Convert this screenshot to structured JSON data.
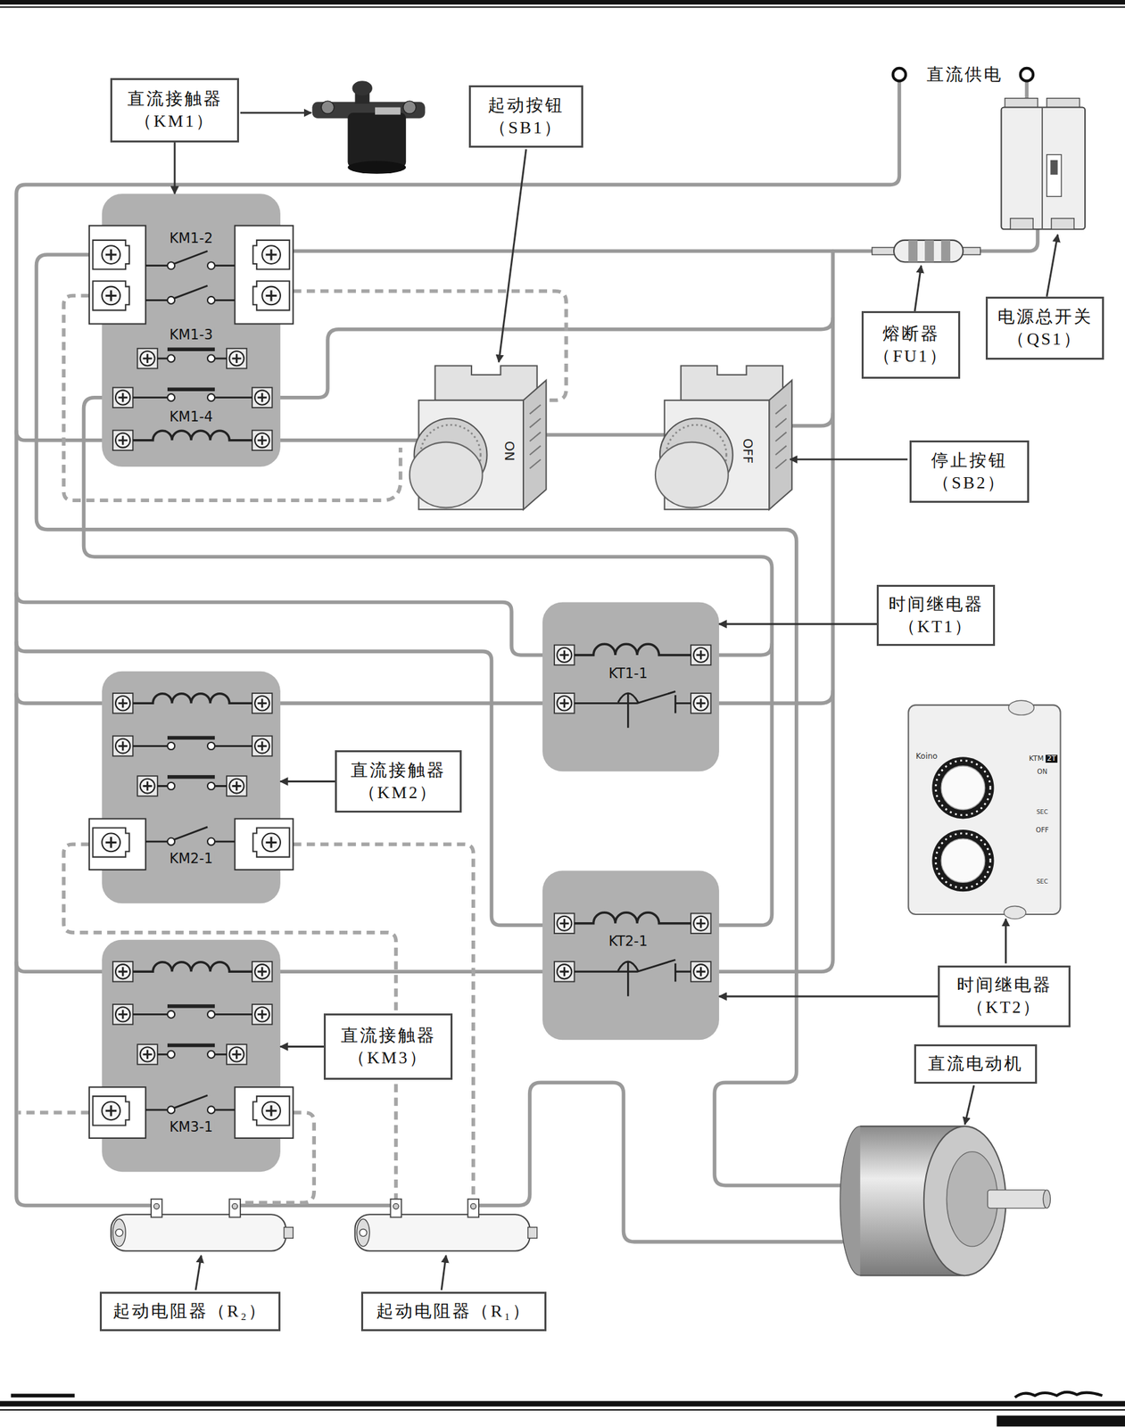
{
  "diagram": {
    "nodes": [
      {
        "text": [
          "直流接触器 （KM1）"
        ]
      },
      {
        "text": [
          "起动按钮 （SB1）"
        ]
      },
      {
        "text": [
          "KM1-2",
          "KM1-3",
          "KM1-4"
        ]
      },
      {
        "text": [
          "熔断器 （FU1）"
        ]
      },
      {
        "text": [
          "电源总开关 （QS1）"
        ]
      },
      {
        "text": [
          "停止按钮 （SB2）"
        ]
      },
      {
        "text": [
          "时间继电器 （KT1）"
        ]
      },
      {
        "text": [
          "KT1-1"
        ]
      },
      {
        "text": [
          "KM2-1"
        ]
      },
      {
        "text": [
          "直流接触器 （KM2）"
        ]
      },
      {
        "text": [
          "KT2-1"
        ]
      },
      {
        "text": [
          "KM3-1"
        ]
      },
      {
        "text": [
          "直流接触器 （KM3）"
        ]
      },
      {
        "text": [
          "时间继电器 （KT2）"
        ]
      },
      {
        "text": [
          "直流电动机"
        ]
      },
      {
        "text": [
          "起动电阻器（R₂）"
        ]
      },
      {
        "text": [
          "起动电阻器（R₁）"
        ]
      }
    ],
    "edges": [
      {
        "from": 0,
        "to": 2,
        "arrow": "to"
      },
      {
        "from": 6,
        "to": 7,
        "arrow": "to"
      },
      {
        "from": 9,
        "to": 8,
        "arrow": "to"
      },
      {
        "from": 12,
        "to": 11,
        "arrow": "to"
      },
      {
        "from": 13,
        "to": 10,
        "arrow": "to"
      }
    ],
    "labels": [
      "直流供电",
      "ON",
      "OFF",
      "Koino",
      "KTM",
      "2T",
      "ON",
      "OFF",
      "SEC",
      "SEC"
    ]
  }
}
